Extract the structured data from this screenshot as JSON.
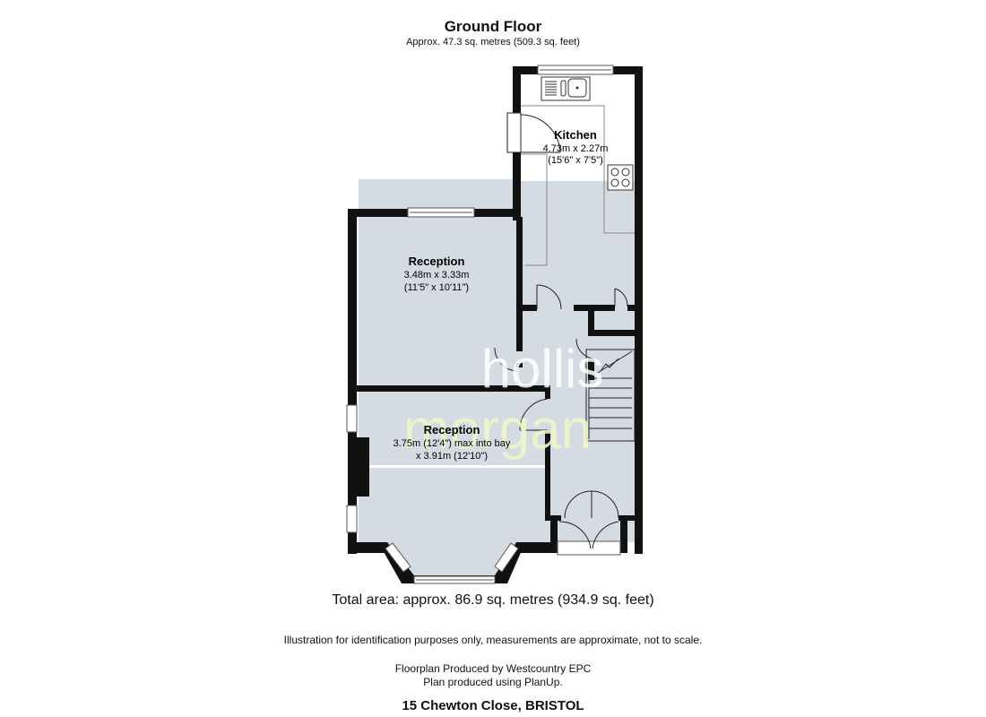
{
  "header": {
    "title": "Ground Floor",
    "subtitle": "Approx.  47.3 sq. metres (509.3 sq. feet)"
  },
  "rooms": [
    {
      "name": "Kitchen",
      "dim_metric": "4.73m x 2.27m",
      "dim_imperial": "(15'6\" x 7'5\")"
    },
    {
      "name": "Reception",
      "dim_metric": "3.48m x 3.33m",
      "dim_imperial": "(11'5\" x 10'11\")"
    },
    {
      "name": "Reception",
      "dim_metric": "3.75m (12'4\") max into bay",
      "dim_imperial": "x 3.91m (12'10\")"
    }
  ],
  "watermark": {
    "line1": "hollis",
    "line2": "morgan"
  },
  "footer": {
    "total_area": "Total area: approx.  86.9 sq. metres (934.9 sq. feet)",
    "disclaimer": "Illustration for identification purposes only, measurements are approximate, not to scale.",
    "producer_line1": "Floorplan Produced by Westcountry EPC",
    "producer_line2": "Plan produced using PlanUp.",
    "address": "15 Chewton Close, BRISTOL"
  },
  "colors": {
    "wall": "#111111",
    "floor": "#d5dbe3",
    "watermark_light": "#ffffff",
    "watermark_green": "#eef5c8"
  }
}
